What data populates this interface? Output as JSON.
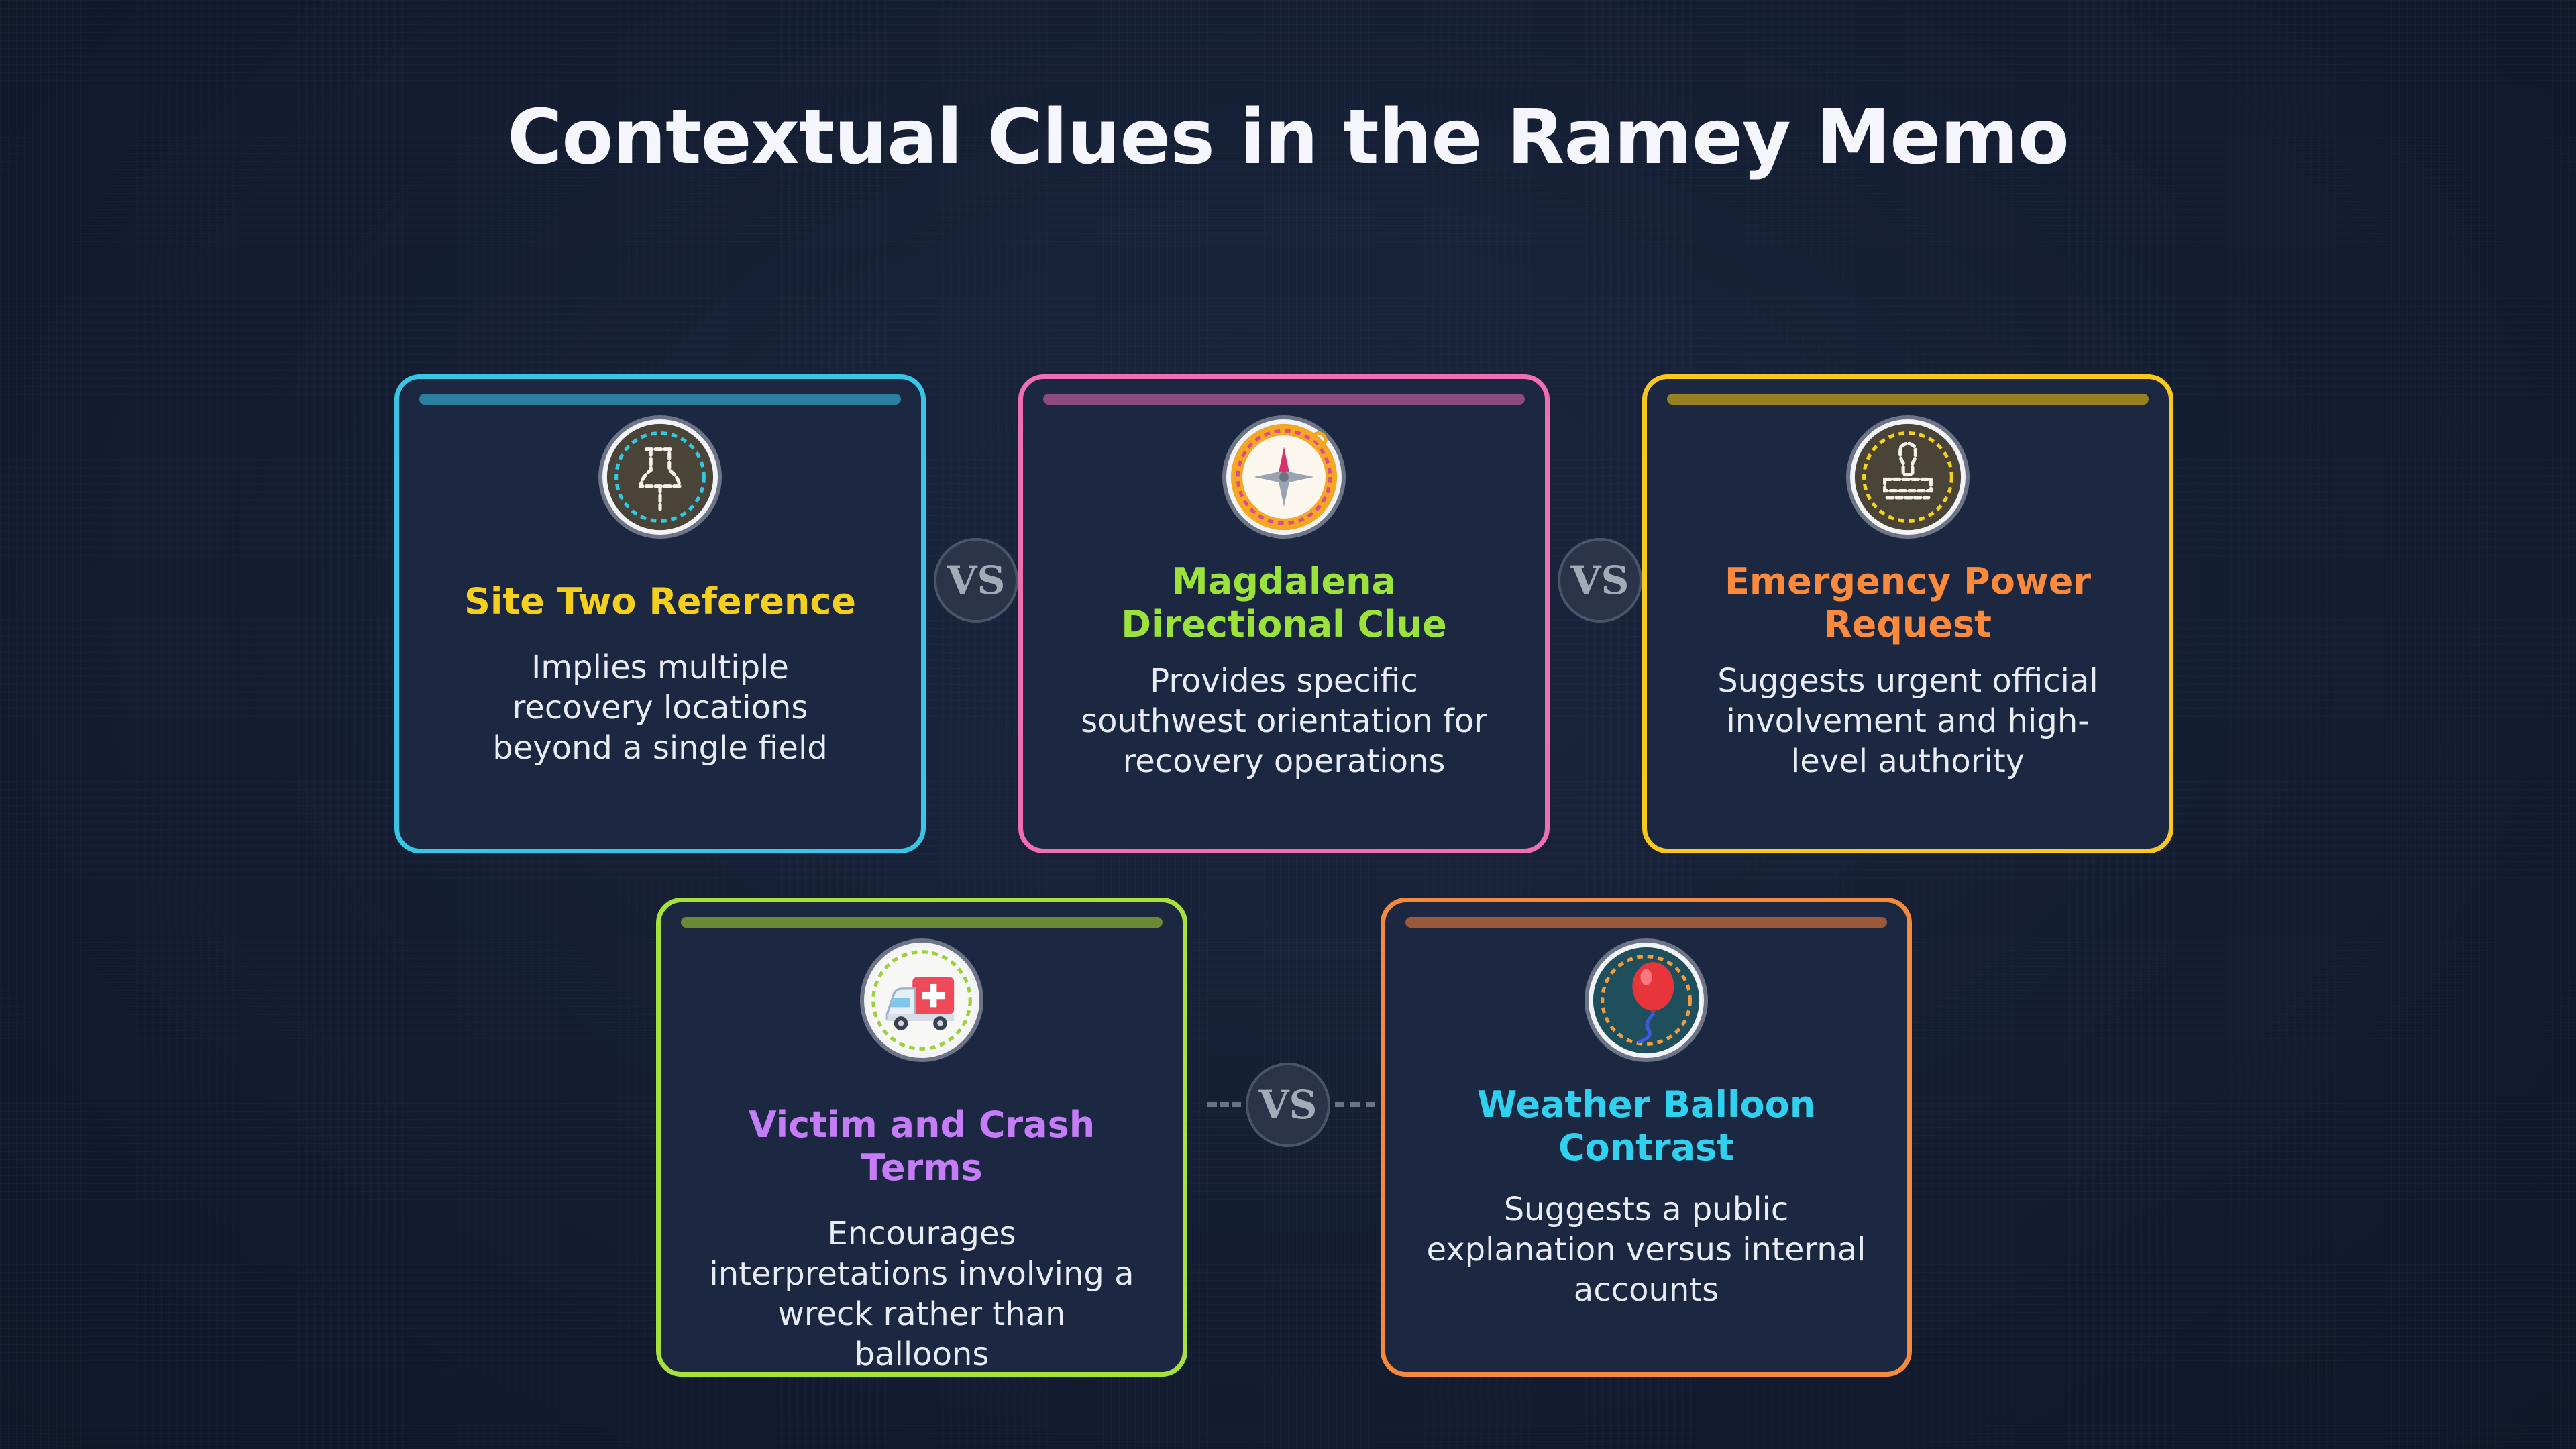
{
  "title": "Contextual Clues in the Ramey Memo",
  "vs_label": "VS",
  "cards": [
    {
      "title": "Site Two Reference",
      "description": "Implies multiple recovery locations beyond a single field",
      "icon": "pushpin-icon",
      "border_color": "#38c6e6",
      "bar_color": "#2d7fa0",
      "title_color": "#f5cf1e"
    },
    {
      "title": "Magdalena Directional Clue",
      "description": "Provides specific southwest orientation for recovery operations",
      "icon": "compass-icon",
      "border_color": "#f06eb4",
      "bar_color": "#8c4b7e",
      "title_color": "#9be23a"
    },
    {
      "title": "Emergency Power Request",
      "description": "Suggests urgent official involvement and high-level authority",
      "icon": "stamp-icon",
      "border_color": "#f7c81e",
      "bar_color": "#968122",
      "title_color": "#fb8a3c"
    },
    {
      "title": "Victim and Crash Terms",
      "description": "Encourages interpretations involving a wreck rather than balloons",
      "icon": "ambulance-icon",
      "border_color": "#a6e23a",
      "bar_color": "#6a8a36",
      "title_color": "#c47cf7"
    },
    {
      "title": "Weather Balloon Contrast",
      "description": "Suggests a public explanation versus internal accounts",
      "icon": "balloon-icon",
      "border_color": "#f68a3c",
      "bar_color": "#9a5a3a",
      "title_color": "#2fd1ee"
    }
  ]
}
